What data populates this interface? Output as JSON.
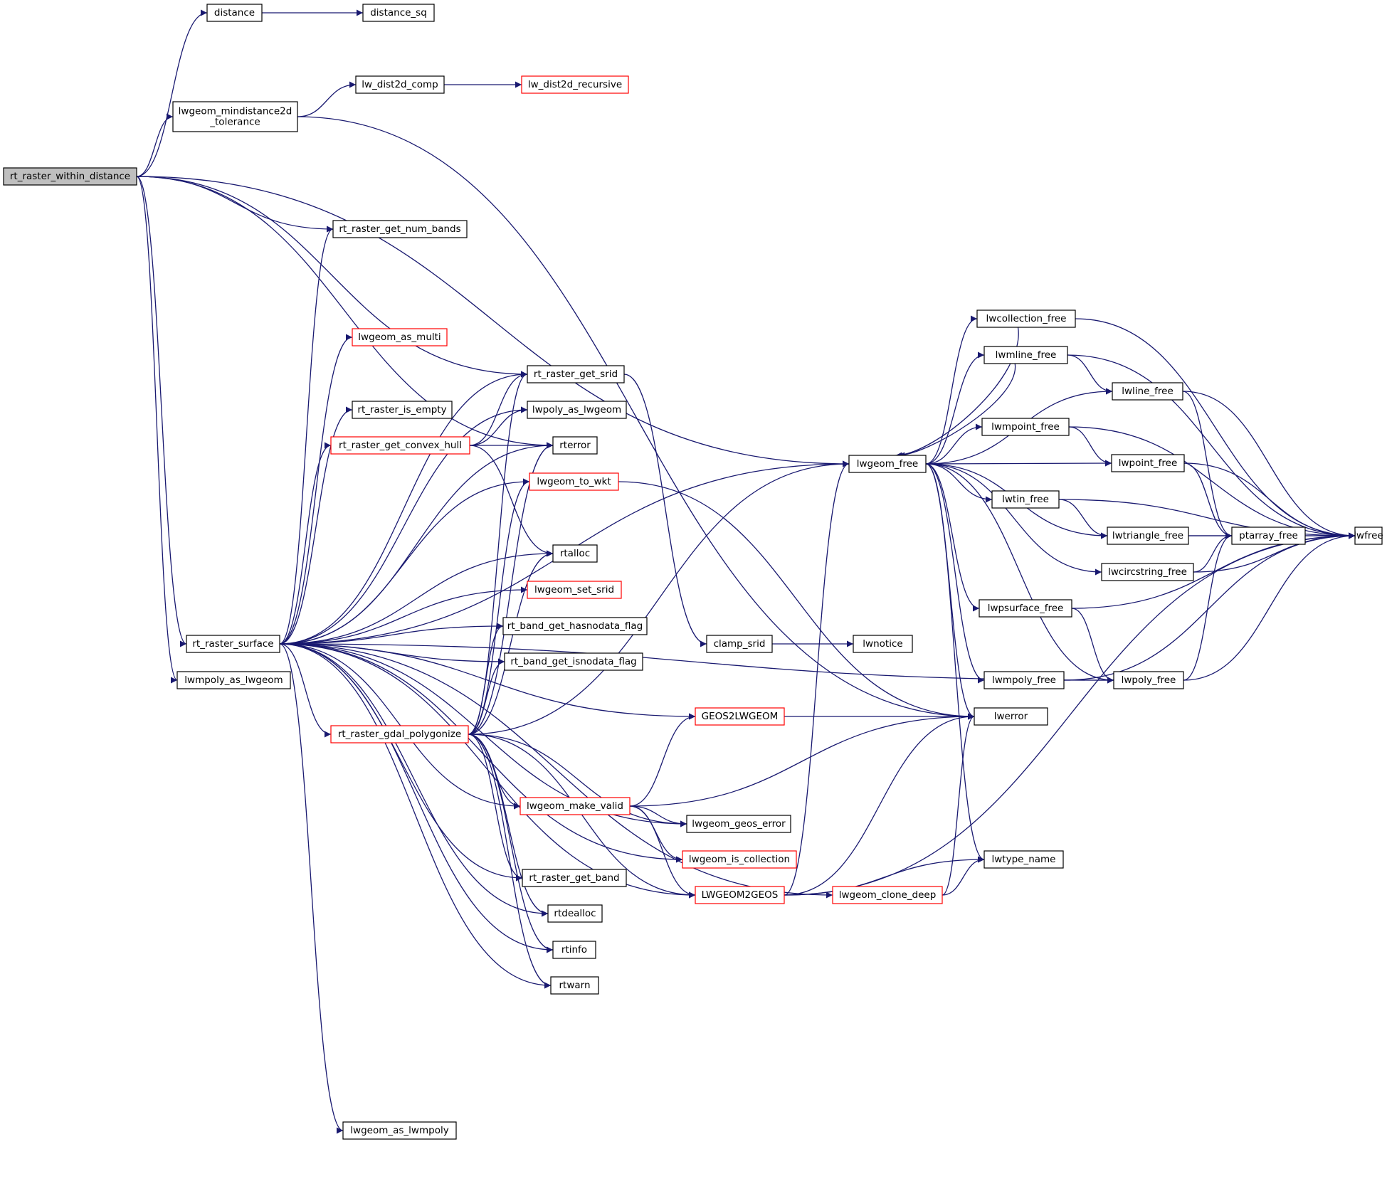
{
  "colors": {
    "edge": "#191970",
    "node_border": "#000000",
    "undocumented_border": "#ff0000",
    "root_fill": "#bfbfbf",
    "node_fill": "#ffffff"
  },
  "nodes": [
    {
      "id": "rt_raster_within_distance",
      "label": "rt_raster_within_distance",
      "style": "root"
    },
    {
      "id": "distance",
      "label": "distance",
      "style": "normal"
    },
    {
      "id": "distance_sq",
      "label": "distance_sq",
      "style": "normal"
    },
    {
      "id": "lwgeom_mindistance2d_tolerance",
      "label": "lwgeom_mindistance2d\n_tolerance",
      "style": "normal"
    },
    {
      "id": "lw_dist2d_comp",
      "label": "lw_dist2d_comp",
      "style": "normal"
    },
    {
      "id": "lw_dist2d_recursive",
      "label": "lw_dist2d_recursive",
      "style": "red"
    },
    {
      "id": "rt_raster_get_num_bands",
      "label": "rt_raster_get_num_bands",
      "style": "normal"
    },
    {
      "id": "lwgeom_as_multi",
      "label": "lwgeom_as_multi",
      "style": "red"
    },
    {
      "id": "rt_raster_get_srid",
      "label": "rt_raster_get_srid",
      "style": "normal"
    },
    {
      "id": "rt_raster_is_empty",
      "label": "rt_raster_is_empty",
      "style": "normal"
    },
    {
      "id": "lwpoly_as_lwgeom",
      "label": "lwpoly_as_lwgeom",
      "style": "normal"
    },
    {
      "id": "rt_raster_get_convex_hull",
      "label": "rt_raster_get_convex_hull",
      "style": "red"
    },
    {
      "id": "rterror",
      "label": "rterror",
      "style": "normal"
    },
    {
      "id": "lwgeom_to_wkt",
      "label": "lwgeom_to_wkt",
      "style": "red"
    },
    {
      "id": "rtalloc",
      "label": "rtalloc",
      "style": "normal"
    },
    {
      "id": "lwgeom_set_srid",
      "label": "lwgeom_set_srid",
      "style": "red"
    },
    {
      "id": "rt_band_get_hasnodata_flag",
      "label": "rt_band_get_hasnodata_flag",
      "style": "normal"
    },
    {
      "id": "rt_band_get_isnodata_flag",
      "label": "rt_band_get_isnodata_flag",
      "style": "normal"
    },
    {
      "id": "rt_raster_surface",
      "label": "rt_raster_surface",
      "style": "normal"
    },
    {
      "id": "lwmpoly_as_lwgeom",
      "label": "lwmpoly_as_lwgeom",
      "style": "normal"
    },
    {
      "id": "rt_raster_gdal_polygonize",
      "label": "rt_raster_gdal_polygonize",
      "style": "red"
    },
    {
      "id": "lwgeom_make_valid",
      "label": "lwgeom_make_valid",
      "style": "red"
    },
    {
      "id": "lwgeom_geos_error",
      "label": "lwgeom_geos_error",
      "style": "normal"
    },
    {
      "id": "lwgeom_is_collection",
      "label": "lwgeom_is_collection",
      "style": "red"
    },
    {
      "id": "rt_raster_get_band",
      "label": "rt_raster_get_band",
      "style": "normal"
    },
    {
      "id": "LWGEOM2GEOS",
      "label": "LWGEOM2GEOS",
      "style": "red"
    },
    {
      "id": "rtdealloc",
      "label": "rtdealloc",
      "style": "normal"
    },
    {
      "id": "rtinfo",
      "label": "rtinfo",
      "style": "normal"
    },
    {
      "id": "rtwarn",
      "label": "rtwarn",
      "style": "normal"
    },
    {
      "id": "lwgeom_as_lwmpoly",
      "label": "lwgeom_as_lwmpoly",
      "style": "normal"
    },
    {
      "id": "clamp_srid",
      "label": "clamp_srid",
      "style": "normal"
    },
    {
      "id": "lwnotice",
      "label": "lwnotice",
      "style": "normal"
    },
    {
      "id": "GEOS2LWGEOM",
      "label": "GEOS2LWGEOM",
      "style": "red"
    },
    {
      "id": "lwgeom_free",
      "label": "lwgeom_free",
      "style": "normal"
    },
    {
      "id": "lwgeom_clone_deep",
      "label": "lwgeom_clone_deep",
      "style": "red"
    },
    {
      "id": "lwcollection_free",
      "label": "lwcollection_free",
      "style": "normal"
    },
    {
      "id": "lwmline_free",
      "label": "lwmline_free",
      "style": "normal"
    },
    {
      "id": "lwline_free",
      "label": "lwline_free",
      "style": "normal"
    },
    {
      "id": "lwmpoint_free",
      "label": "lwmpoint_free",
      "style": "normal"
    },
    {
      "id": "lwpoint_free",
      "label": "lwpoint_free",
      "style": "normal"
    },
    {
      "id": "lwtin_free",
      "label": "lwtin_free",
      "style": "normal"
    },
    {
      "id": "lwtriangle_free",
      "label": "lwtriangle_free",
      "style": "normal"
    },
    {
      "id": "ptarray_free",
      "label": "ptarray_free",
      "style": "normal"
    },
    {
      "id": "lwfree",
      "label": "lwfree",
      "style": "normal"
    },
    {
      "id": "lwcircstring_free",
      "label": "lwcircstring_free",
      "style": "normal"
    },
    {
      "id": "lwpsurface_free",
      "label": "lwpsurface_free",
      "style": "normal"
    },
    {
      "id": "lwpoly_free",
      "label": "lwpoly_free",
      "style": "normal"
    },
    {
      "id": "lwmpoly_free",
      "label": "lwmpoly_free",
      "style": "normal"
    },
    {
      "id": "lwerror",
      "label": "lwerror",
      "style": "normal"
    },
    {
      "id": "lwtype_name",
      "label": "lwtype_name",
      "style": "normal"
    }
  ],
  "edges": [
    [
      "rt_raster_within_distance",
      "distance"
    ],
    [
      "distance",
      "distance_sq"
    ],
    [
      "rt_raster_within_distance",
      "lwgeom_mindistance2d_tolerance"
    ],
    [
      "lwgeom_mindistance2d_tolerance",
      "lw_dist2d_comp"
    ],
    [
      "lw_dist2d_comp",
      "lw_dist2d_recursive"
    ],
    [
      "lwgeom_mindistance2d_tolerance",
      "lwerror"
    ],
    [
      "rt_raster_within_distance",
      "lwgeom_free"
    ],
    [
      "rt_raster_within_distance",
      "rt_raster_get_srid"
    ],
    [
      "rt_raster_within_distance",
      "rterror"
    ],
    [
      "rt_raster_within_distance",
      "rt_raster_get_num_bands"
    ],
    [
      "rt_raster_within_distance",
      "rt_raster_surface"
    ],
    [
      "rt_raster_within_distance",
      "lwmpoly_as_lwgeom"
    ],
    [
      "rt_raster_surface",
      "rt_raster_get_num_bands"
    ],
    [
      "rt_raster_surface",
      "lwgeom_free"
    ],
    [
      "rt_raster_surface",
      "rt_raster_get_srid"
    ],
    [
      "rt_raster_surface",
      "lwgeom_as_multi"
    ],
    [
      "rt_raster_surface",
      "lwpoly_as_lwgeom"
    ],
    [
      "rt_raster_surface",
      "rt_raster_is_empty"
    ],
    [
      "rt_raster_surface",
      "rt_raster_get_convex_hull"
    ],
    [
      "rt_raster_surface",
      "rterror"
    ],
    [
      "rt_raster_surface",
      "lwgeom_to_wkt"
    ],
    [
      "rt_raster_surface",
      "GEOS2LWGEOM"
    ],
    [
      "rt_raster_surface",
      "rtalloc"
    ],
    [
      "rt_raster_surface",
      "lwgeom_set_srid"
    ],
    [
      "rt_raster_surface",
      "rt_band_get_hasnodata_flag"
    ],
    [
      "rt_raster_surface",
      "rt_band_get_isnodata_flag"
    ],
    [
      "rt_raster_surface",
      "rt_raster_gdal_polygonize"
    ],
    [
      "rt_raster_surface",
      "lwpoly_free"
    ],
    [
      "rt_raster_surface",
      "lwgeom_make_valid"
    ],
    [
      "rt_raster_surface",
      "rt_raster_get_band"
    ],
    [
      "rt_raster_surface",
      "rtdealloc"
    ],
    [
      "rt_raster_surface",
      "rtinfo"
    ],
    [
      "rt_raster_surface",
      "rtwarn"
    ],
    [
      "rt_raster_surface",
      "lwgeom_is_collection"
    ],
    [
      "rt_raster_surface",
      "lwgeom_geos_error"
    ],
    [
      "rt_raster_surface",
      "lwgeom_clone_deep"
    ],
    [
      "rt_raster_surface",
      "LWGEOM2GEOS"
    ],
    [
      "rt_raster_surface",
      "lwgeom_as_lwmpoly"
    ],
    [
      "rt_raster_get_convex_hull",
      "rt_raster_get_srid"
    ],
    [
      "rt_raster_get_convex_hull",
      "lwpoly_as_lwgeom"
    ],
    [
      "rt_raster_get_convex_hull",
      "rterror"
    ],
    [
      "rt_raster_get_convex_hull",
      "rtalloc"
    ],
    [
      "rt_raster_gdal_polygonize",
      "rt_raster_get_srid"
    ],
    [
      "rt_raster_gdal_polygonize",
      "rterror"
    ],
    [
      "rt_raster_gdal_polygonize",
      "lwgeom_to_wkt"
    ],
    [
      "rt_raster_gdal_polygonize",
      "rtalloc"
    ],
    [
      "rt_raster_gdal_polygonize",
      "rt_band_get_hasnodata_flag"
    ],
    [
      "rt_raster_gdal_polygonize",
      "rt_band_get_isnodata_flag"
    ],
    [
      "rt_raster_gdal_polygonize",
      "lwgeom_free"
    ],
    [
      "rt_raster_gdal_polygonize",
      "lwgeom_make_valid"
    ],
    [
      "rt_raster_gdal_polygonize",
      "lwgeom_geos_error"
    ],
    [
      "rt_raster_gdal_polygonize",
      "rt_raster_get_band"
    ],
    [
      "rt_raster_gdal_polygonize",
      "LWGEOM2GEOS"
    ],
    [
      "rt_raster_gdal_polygonize",
      "rtdealloc"
    ],
    [
      "rt_raster_gdal_polygonize",
      "rtinfo"
    ],
    [
      "rt_raster_gdal_polygonize",
      "rtwarn"
    ],
    [
      "rt_raster_get_srid",
      "clamp_srid"
    ],
    [
      "clamp_srid",
      "lwnotice"
    ],
    [
      "lwgeom_to_wkt",
      "lwerror"
    ],
    [
      "lwgeom_make_valid",
      "GEOS2LWGEOM"
    ],
    [
      "lwgeom_make_valid",
      "lwerror"
    ],
    [
      "lwgeom_make_valid",
      "lwgeom_geos_error"
    ],
    [
      "lwgeom_make_valid",
      "lwgeom_is_collection"
    ],
    [
      "lwgeom_make_valid",
      "LWGEOM2GEOS"
    ],
    [
      "GEOS2LWGEOM",
      "lwerror"
    ],
    [
      "LWGEOM2GEOS",
      "lwgeom_free"
    ],
    [
      "LWGEOM2GEOS",
      "lwerror"
    ],
    [
      "LWGEOM2GEOS",
      "lwtype_name"
    ],
    [
      "LWGEOM2GEOS",
      "lwfree"
    ],
    [
      "lwgeom_clone_deep",
      "lwerror"
    ],
    [
      "lwgeom_clone_deep",
      "lwtype_name"
    ],
    [
      "lwgeom_free",
      "lwcollection_free"
    ],
    [
      "lwgeom_free",
      "lwmline_free"
    ],
    [
      "lwgeom_free",
      "lwline_free"
    ],
    [
      "lwgeom_free",
      "lwmpoint_free"
    ],
    [
      "lwgeom_free",
      "lwpoint_free"
    ],
    [
      "lwgeom_free",
      "lwtin_free"
    ],
    [
      "lwgeom_free",
      "lwtriangle_free"
    ],
    [
      "lwgeom_free",
      "lwcircstring_free"
    ],
    [
      "lwgeom_free",
      "lwpsurface_free"
    ],
    [
      "lwgeom_free",
      "lwpoly_free"
    ],
    [
      "lwgeom_free",
      "lwmpoly_free"
    ],
    [
      "lwgeom_free",
      "lwerror"
    ],
    [
      "lwgeom_free",
      "lwtype_name"
    ],
    [
      "lwcollection_free",
      "lwgeom_free"
    ],
    [
      "lwcollection_free",
      "lwfree"
    ],
    [
      "lwmline_free",
      "lwgeom_free"
    ],
    [
      "lwmline_free",
      "lwline_free"
    ],
    [
      "lwmline_free",
      "lwfree"
    ],
    [
      "lwline_free",
      "ptarray_free"
    ],
    [
      "lwline_free",
      "lwfree"
    ],
    [
      "lwmpoint_free",
      "lwpoint_free"
    ],
    [
      "lwmpoint_free",
      "lwfree"
    ],
    [
      "lwpoint_free",
      "ptarray_free"
    ],
    [
      "lwpoint_free",
      "lwfree"
    ],
    [
      "lwtin_free",
      "lwtriangle_free"
    ],
    [
      "lwtin_free",
      "lwfree"
    ],
    [
      "lwtriangle_free",
      "ptarray_free"
    ],
    [
      "lwtriangle_free",
      "lwfree"
    ],
    [
      "ptarray_free",
      "lwfree"
    ],
    [
      "lwcircstring_free",
      "ptarray_free"
    ],
    [
      "lwcircstring_free",
      "lwfree"
    ],
    [
      "lwpsurface_free",
      "lwpoly_free"
    ],
    [
      "lwpsurface_free",
      "lwfree"
    ],
    [
      "lwmpoly_free",
      "lwpoly_free"
    ],
    [
      "lwmpoly_free",
      "lwfree"
    ],
    [
      "lwpoly_free",
      "ptarray_free"
    ],
    [
      "lwpoly_free",
      "lwfree"
    ]
  ]
}
